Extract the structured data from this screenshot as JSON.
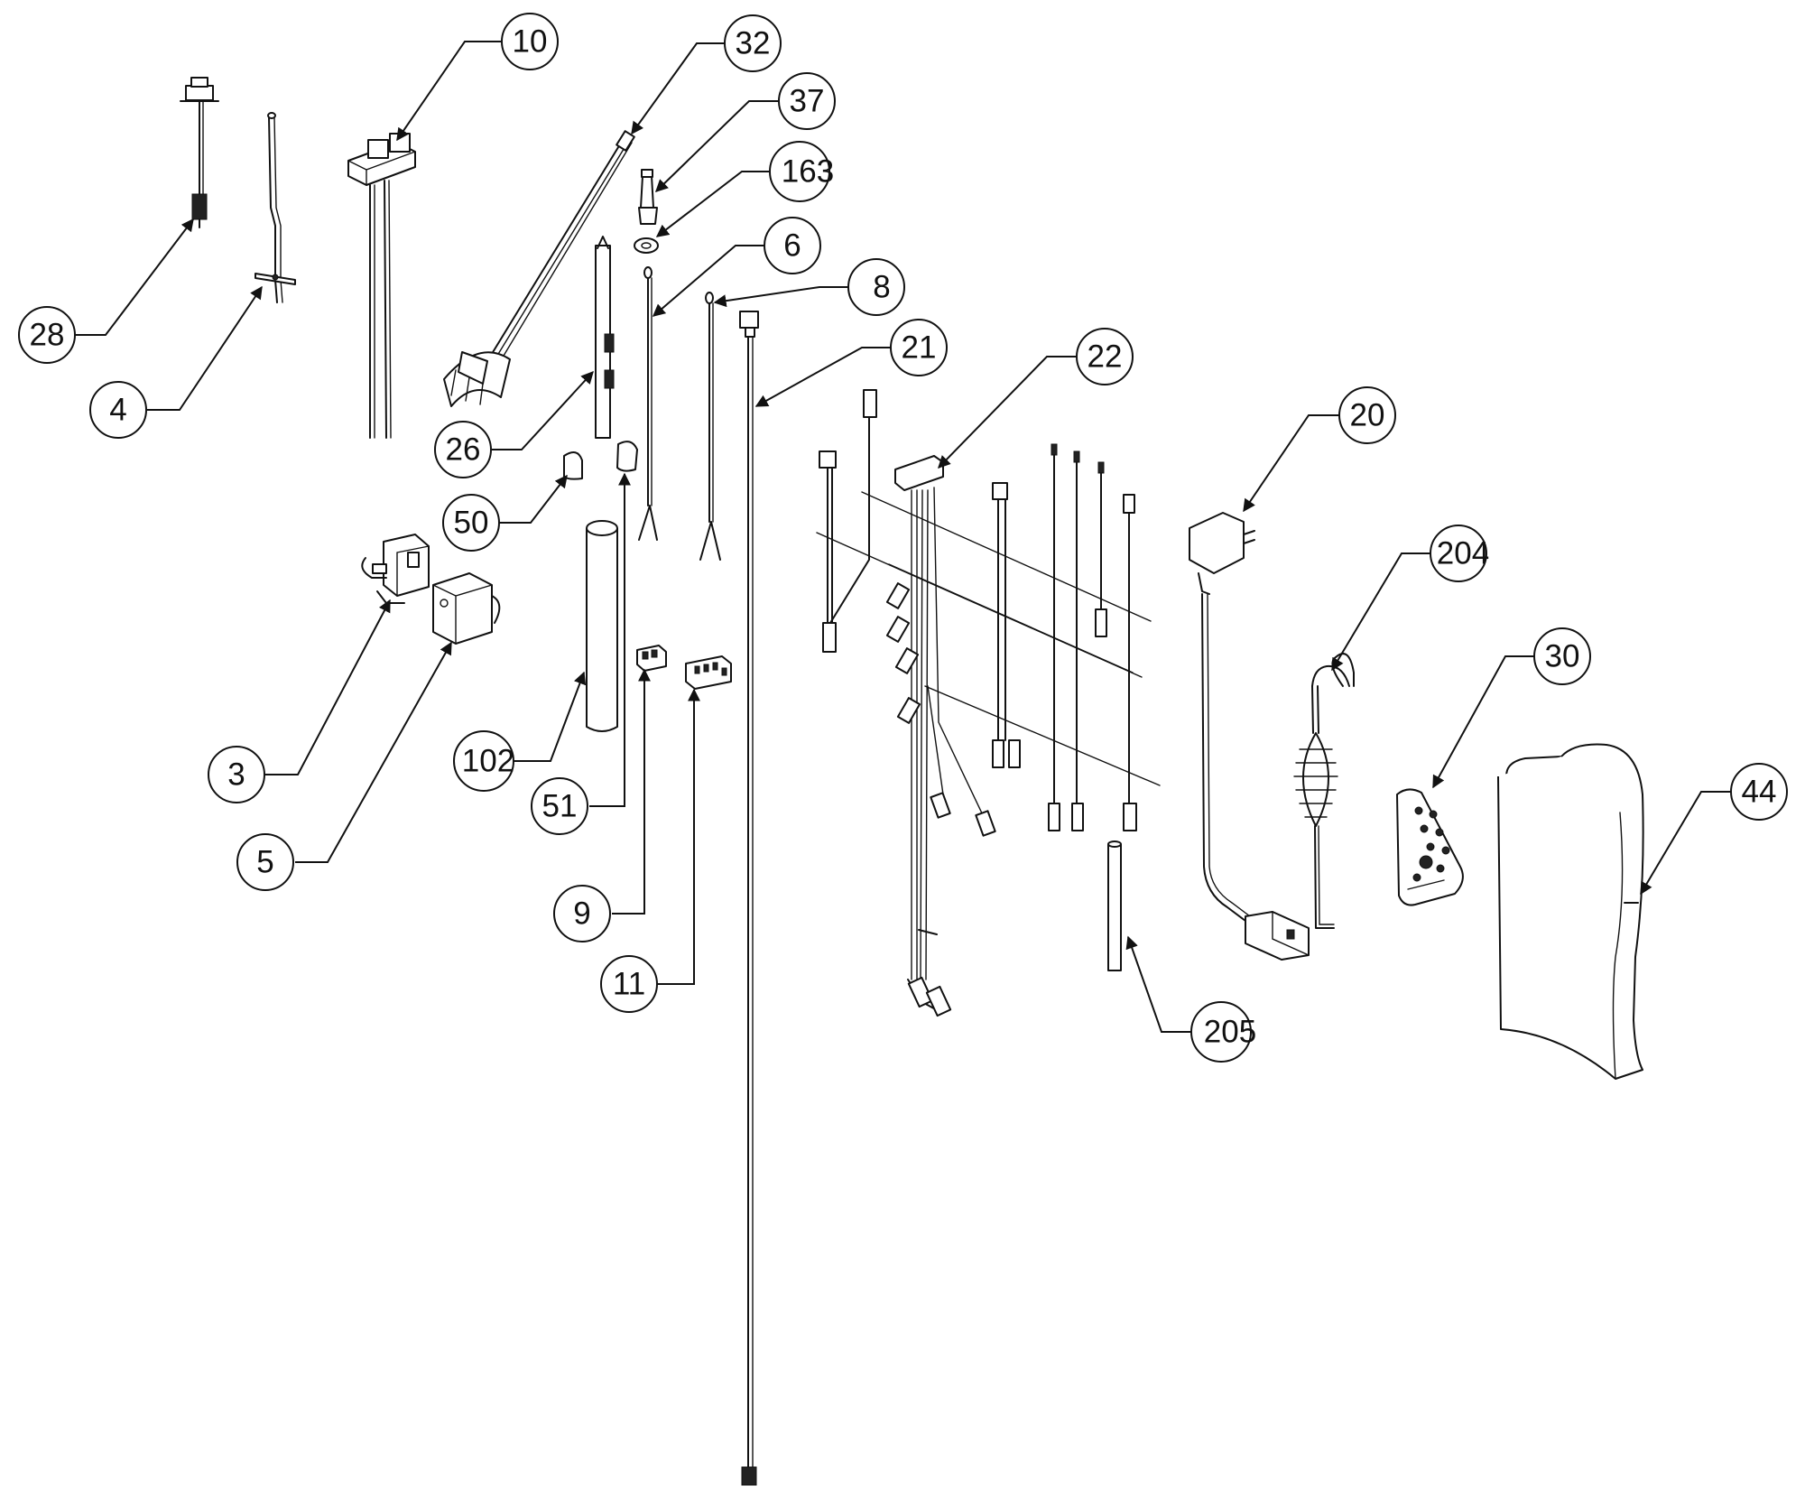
{
  "callouts": [
    {
      "id": "c10",
      "label": "10"
    },
    {
      "id": "c32",
      "label": "32"
    },
    {
      "id": "c37",
      "label": "37"
    },
    {
      "id": "c163",
      "label": "163"
    },
    {
      "id": "c6",
      "label": "6"
    },
    {
      "id": "c8",
      "label": "8"
    },
    {
      "id": "c21",
      "label": "21"
    },
    {
      "id": "c22",
      "label": "22"
    },
    {
      "id": "c20",
      "label": "20"
    },
    {
      "id": "c204",
      "label": "204"
    },
    {
      "id": "c30",
      "label": "30"
    },
    {
      "id": "c44",
      "label": "44"
    },
    {
      "id": "c28",
      "label": "28"
    },
    {
      "id": "c4",
      "label": "4"
    },
    {
      "id": "c26",
      "label": "26"
    },
    {
      "id": "c50",
      "label": "50"
    },
    {
      "id": "c3",
      "label": "3"
    },
    {
      "id": "c5",
      "label": "5"
    },
    {
      "id": "c102",
      "label": "102"
    },
    {
      "id": "c51",
      "label": "51"
    },
    {
      "id": "c9",
      "label": "9"
    },
    {
      "id": "c11",
      "label": "11"
    },
    {
      "id": "c205",
      "label": "205"
    }
  ]
}
